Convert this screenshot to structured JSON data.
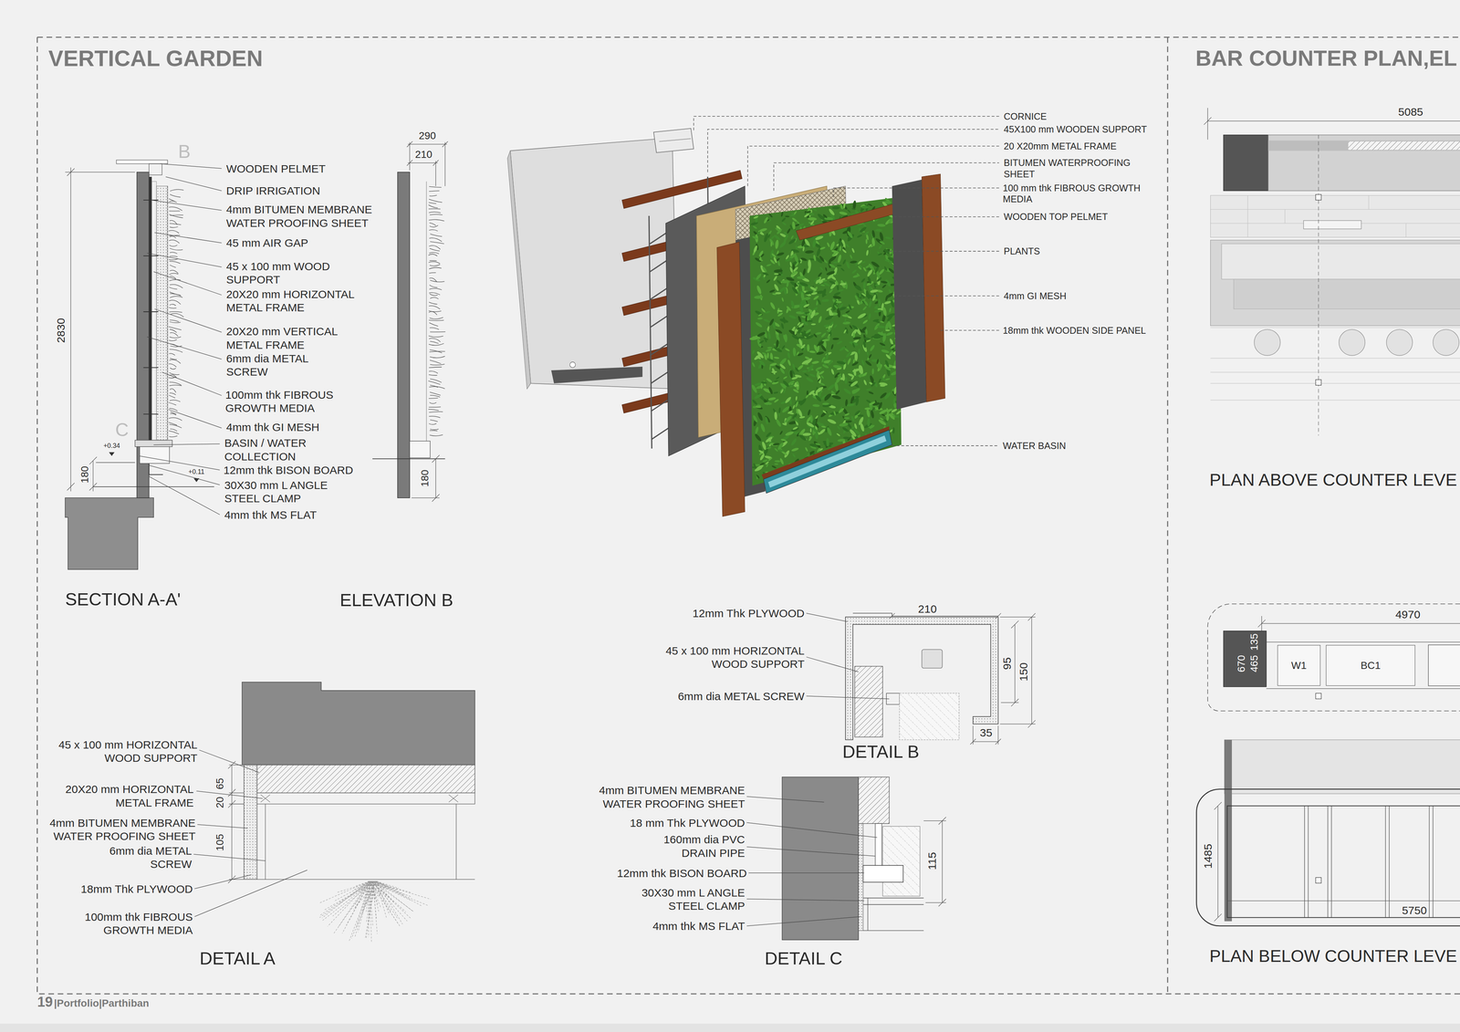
{
  "diagram": {
    "title": "VERTICAL GARDEN",
    "nodes": [
      {
        "text": [
          "W1"
        ]
      },
      {
        "text": [
          "BC1"
        ]
      }
    ],
    "labels": [
      "BAR COUNTER PLAN,EL",
      "B",
      "WOODEN PELMET",
      "DRIP IRRIGATION",
      "4mm  BITUMEN MEMBRANE WATER PROOFING SHEET",
      "45 mm AIR GAP",
      "45 x 100 mm WOOD SUPPORT",
      "20X20 mm HORIZONTAL METAL FRAME",
      "2830",
      "20X20 mm VERTICAL METAL FRAME",
      "6mm dia METAL SCREW",
      "100mm thk FIBROUS GROWTH MEDIA",
      "C",
      "4mm thk GI MESH",
      "BASIN / WATER COLLECTION",
      "+0.34",
      "12mm thk BISON BOARD",
      "+0.11",
      "180",
      "30X30 mm  L ANGLE STEEL CLAMP",
      "4mm thk MS FLAT",
      "SECTION A-A'",
      "290",
      "210",
      "180",
      "ELEVATION B",
      "CORNICE",
      "45X100 mm WOODEN SUPPORT",
      "20 X20mm METAL FRAME",
      "BITUMEN WATERPROOFING SHEET",
      "100 mm thk FIBROUS GROWTH MEDIA",
      "WOODEN TOP PELMET",
      "PLANTS",
      "4mm GI MESH",
      "18mm thk WOODEN SIDE PANEL",
      "WATER BASIN",
      "5085",
      "PLAN ABOVE COUNTER LEVE",
      "4970",
      "670",
      "465",
      "135",
      "1485",
      "5750",
      "PLAN BELOW COUNTER LEVE",
      "12mm  Thk PLYWOOD",
      "210",
      "45 x 100 mm HORIZONTAL WOOD SUPPORT",
      "95",
      "150",
      "6mm dia METAL SCREW",
      "35",
      "DETAIL B",
      "45 x 100 mm HORIZONTAL WOOD SUPPORT",
      "20X20 mm HORIZONTAL METAL FRAME",
      "20",
      "65",
      "4mm  BITUMEN MEMBRANE WATER PROOFING SHEET",
      "6mm dia METAL SCREW",
      "105",
      "18mm  Thk PLYWOOD",
      "100mm thk FIBROUS GROWTH MEDIA",
      "DETAIL A",
      "4mm  BITUMEN MEMBRANE WATER PROOFING SHEET",
      "18 mm  Thk PLYWOOD",
      "160mm dia PVC DRAIN PIPE",
      "12mm thk BISON BOARD",
      "115",
      "30X30 mm  L ANGLE STEEL CLAMP",
      "4mm thk MS FLAT",
      "DETAIL C",
      "19",
      "|Portfolio|Parthiban"
    ]
  }
}
